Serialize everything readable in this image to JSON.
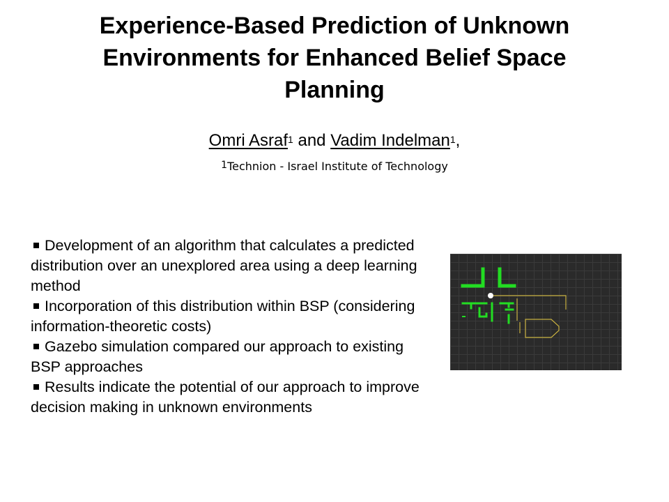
{
  "title": {
    "line1": "Experience-Based Prediction of Unknown",
    "line2": "Environments for Enhanced Belief Space",
    "line3": "Planning"
  },
  "authors": {
    "author1": "Omri Asraf",
    "author1_sup": "1",
    "conjunction": " and ",
    "author2": "Vadim Indelman",
    "author2_sup": "1",
    "trailing": ",",
    "affiliation_sup": "1",
    "affiliation": "Technion - Israel Institute of Technology"
  },
  "bullets": [
    "Development of an algorithm that calculates a predicted distribution over an unexplored area using a deep learning method",
    "Incorporation of this distribution within BSP (considering information-theoretic costs)",
    "Gazebo simulation compared our approach to existing BSP approaches",
    "Results indicate the potential of our approach to improve decision making in unknown environments"
  ],
  "figure": {
    "background_color": "#2a2a2a",
    "grid_color": "#3a3a3a",
    "map_color": "#22dd22",
    "path_color": "#c8b040",
    "robot_color": "#ffffff",
    "robot_marker_color": "#e03030"
  }
}
